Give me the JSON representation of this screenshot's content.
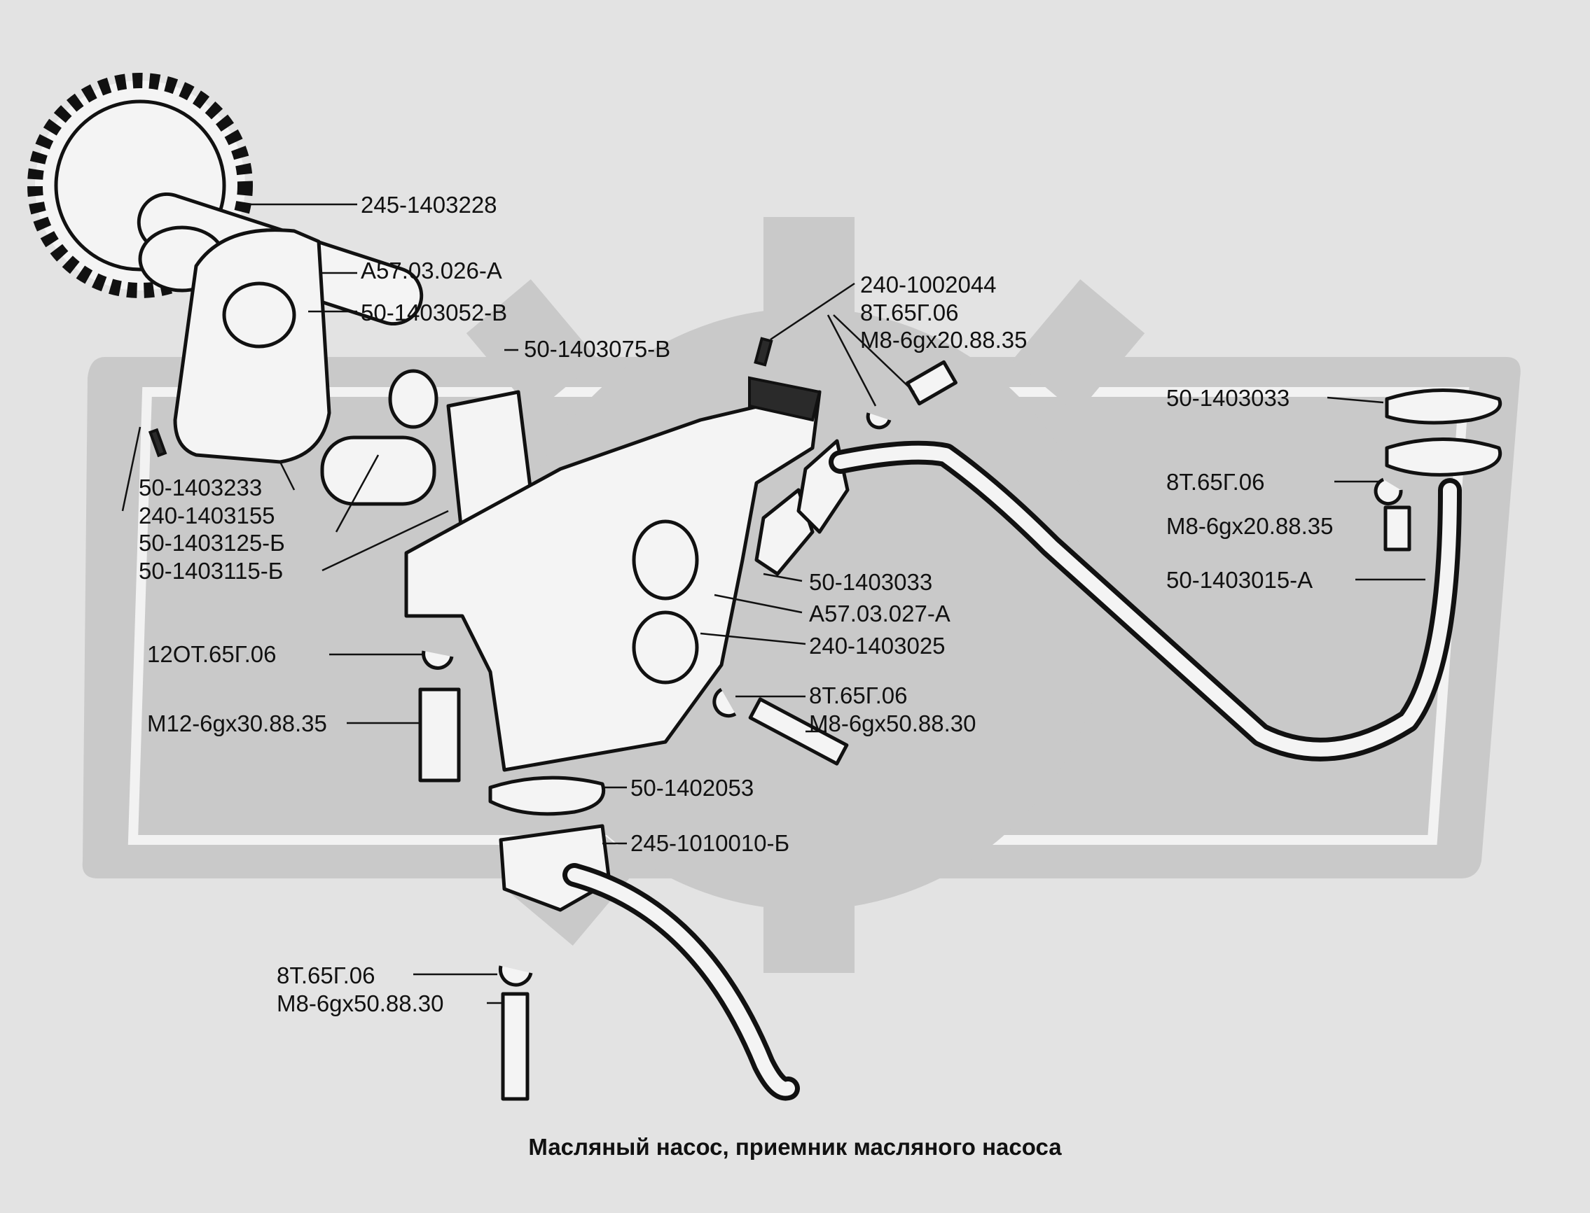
{
  "caption": "Масляный насос, приемник масляного насоса",
  "labels": {
    "l01": "245-1403228",
    "l02": "А57.03.026-А",
    "l03": "50-1403052-В",
    "l04": "50-1403075-В",
    "l05": "50-1403233",
    "l06": "240-1403155",
    "l07": "50-1403125-Б",
    "l08": "50-1403115-Б",
    "l09": "12ОТ.65Г.06",
    "l10": "М12-6gх30.88.35",
    "l11": "240-1002044",
    "l12": "8Т.65Г.06",
    "l13": "М8-6gх20.88.35",
    "l14": "50-1403033",
    "l15": "8Т.65Г.06",
    "l16": "М8-6gх20.88.35",
    "l17": "50-1403015-А",
    "l18": "50-1403033",
    "l19": "А57.03.027-А",
    "l20": "240-1403025",
    "l21": "8Т.65Г.06",
    "l22": "М8-6gх50.88.30",
    "l23": "50-1402053",
    "l24": "245-1010010-Б",
    "l25": "8Т.65Г.06",
    "l26": "М8-6gх50.88.30"
  }
}
